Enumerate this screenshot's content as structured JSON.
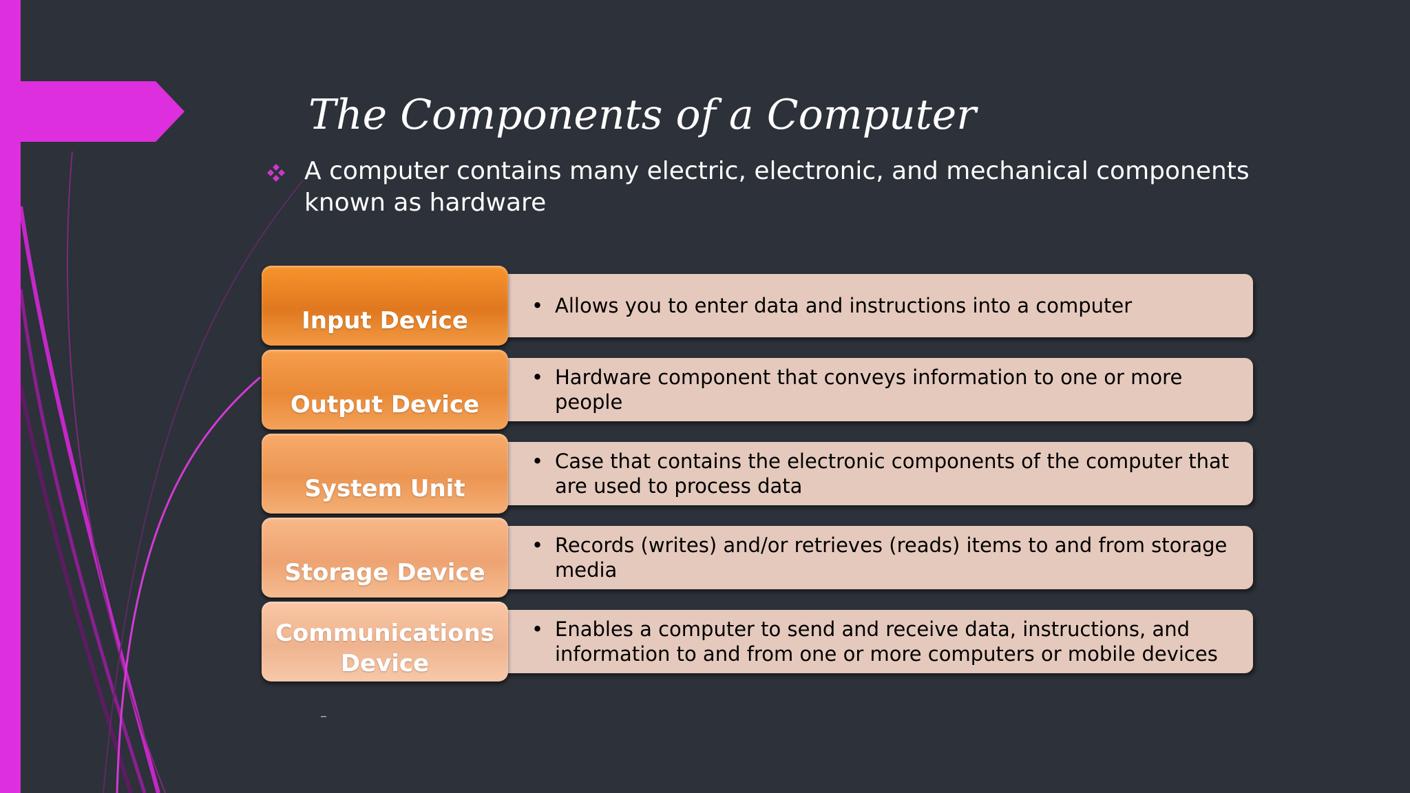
{
  "slide": {
    "title": "The Components of a Computer",
    "bullet": "A computer contains many electric, electronic, and mechanical components known as hardware",
    "bullet_icon": "four-diamond-bullet",
    "accent_color": "#dd2fdd",
    "rows": [
      {
        "label": "Input Device",
        "description": "Allows you to enter data and instructions into a computer",
        "color": "#e8821f"
      },
      {
        "label": "Output Device",
        "description": "Hardware component that conveys information to one or more people",
        "color": "#ee9040"
      },
      {
        "label": "System Unit",
        "description": "Case that contains the electronic components of the computer that are used to process data",
        "color": "#f09e5e"
      },
      {
        "label": "Storage Device",
        "description": "Records (writes) and/or retrieves (reads) items to and from storage media",
        "color": "#f2ad7f"
      },
      {
        "label": "Communications Device",
        "description": "Enables a computer to send and receive data, instructions, and information to and from one or more computers or mobile devices",
        "color": "#f4bd9b"
      }
    ]
  }
}
